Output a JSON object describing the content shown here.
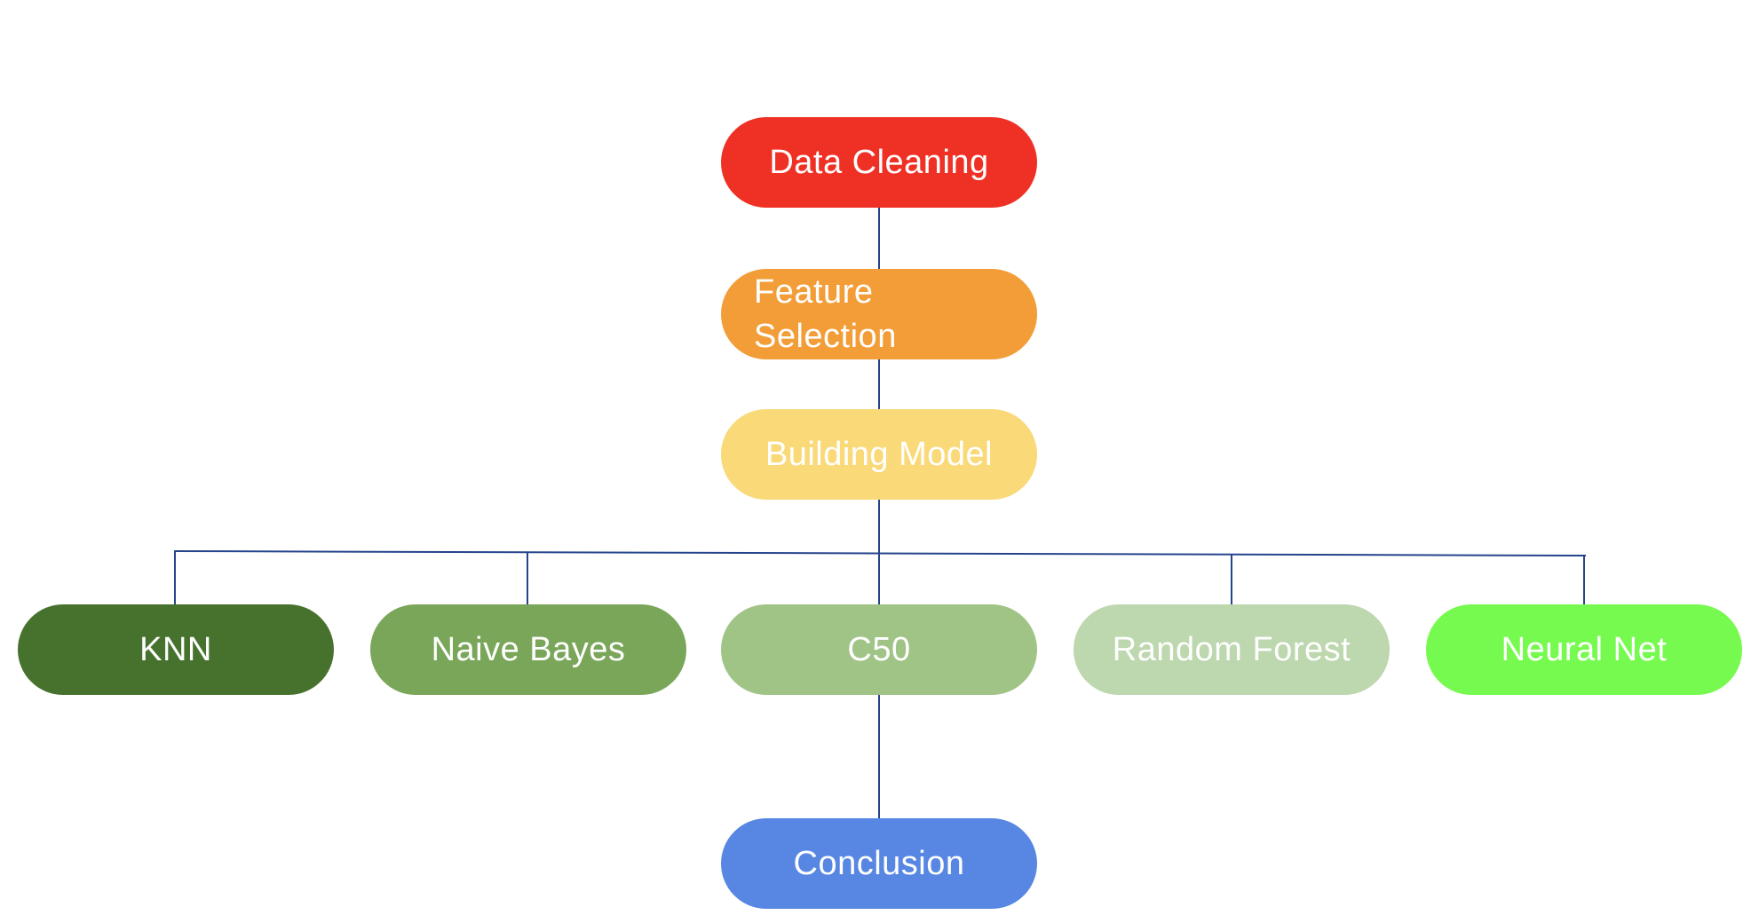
{
  "nodes": {
    "data_cleaning": {
      "label": "Data Cleaning",
      "color": "#ee3124"
    },
    "feature_selection": {
      "label": "Feature\nSelection",
      "color": "#f29d38"
    },
    "building_model": {
      "label": "Building Model",
      "color": "#f9d978"
    },
    "knn": {
      "label": "KNN",
      "color": "#47722d"
    },
    "naive_bayes": {
      "label": "Naive Bayes",
      "color": "#7aa65a"
    },
    "c50": {
      "label": "C50",
      "color": "#a0c386"
    },
    "random_forest": {
      "label": "Random Forest",
      "color": "#bdd7ae"
    },
    "neural_net": {
      "label": "Neural Net",
      "color": "#76fa4f"
    },
    "conclusion": {
      "label": "Conclusion",
      "color": "#5787e3"
    }
  },
  "edges": [
    [
      "data_cleaning",
      "feature_selection"
    ],
    [
      "feature_selection",
      "building_model"
    ],
    [
      "building_model",
      "knn"
    ],
    [
      "building_model",
      "naive_bayes"
    ],
    [
      "building_model",
      "c50"
    ],
    [
      "building_model",
      "random_forest"
    ],
    [
      "building_model",
      "neural_net"
    ],
    [
      "c50",
      "conclusion"
    ]
  ],
  "connector_color": "#25448c"
}
